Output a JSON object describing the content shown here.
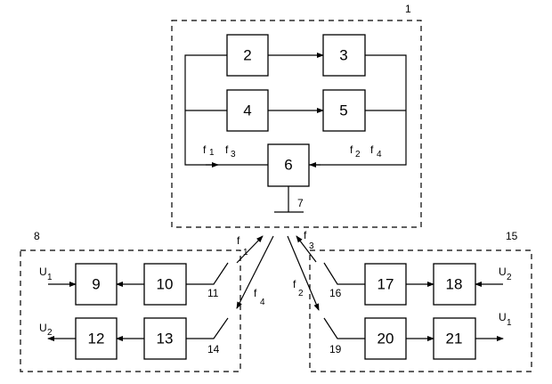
{
  "diagram": {
    "frames": [
      {
        "id": "1",
        "label": "1"
      },
      {
        "id": "8",
        "label": "8"
      },
      {
        "id": "15",
        "label": "15"
      }
    ],
    "blocks": {
      "b2": "2",
      "b3": "3",
      "b4": "4",
      "b5": "5",
      "b6": "6",
      "b9": "9",
      "b10": "10",
      "b12": "12",
      "b13": "13",
      "b17": "17",
      "b18": "18",
      "b20": "20",
      "b21": "21"
    },
    "labels": {
      "ground": "7",
      "ant11": "11",
      "ant14": "14",
      "ant16": "16",
      "ant19": "19",
      "f1_top": "f1",
      "f3_top": "f3",
      "f2_top": "f2",
      "f4_top": "f4",
      "f": "f",
      "U": "U",
      "sub1": "1",
      "sub2": "2",
      "sub3": "3",
      "sub4": "4"
    },
    "signals": {
      "u1_in_left": {
        "base": "U",
        "sub": "1"
      },
      "u2_out_left": {
        "base": "U",
        "sub": "2"
      },
      "u2_in_right": {
        "base": "U",
        "sub": "2"
      },
      "u1_out_right": {
        "base": "U",
        "sub": "1"
      },
      "f1_link": {
        "base": "f",
        "sub": "1"
      },
      "f4_link": {
        "base": "f",
        "sub": "4"
      },
      "f2_link": {
        "base": "f",
        "sub": "2"
      },
      "f3_link": {
        "base": "f",
        "sub": "3"
      },
      "top_f1": {
        "base": "f",
        "sub": "1"
      },
      "top_f3": {
        "base": "f",
        "sub": "3"
      },
      "top_f2": {
        "base": "f",
        "sub": "2"
      },
      "top_f4": {
        "base": "f",
        "sub": "4"
      }
    }
  }
}
